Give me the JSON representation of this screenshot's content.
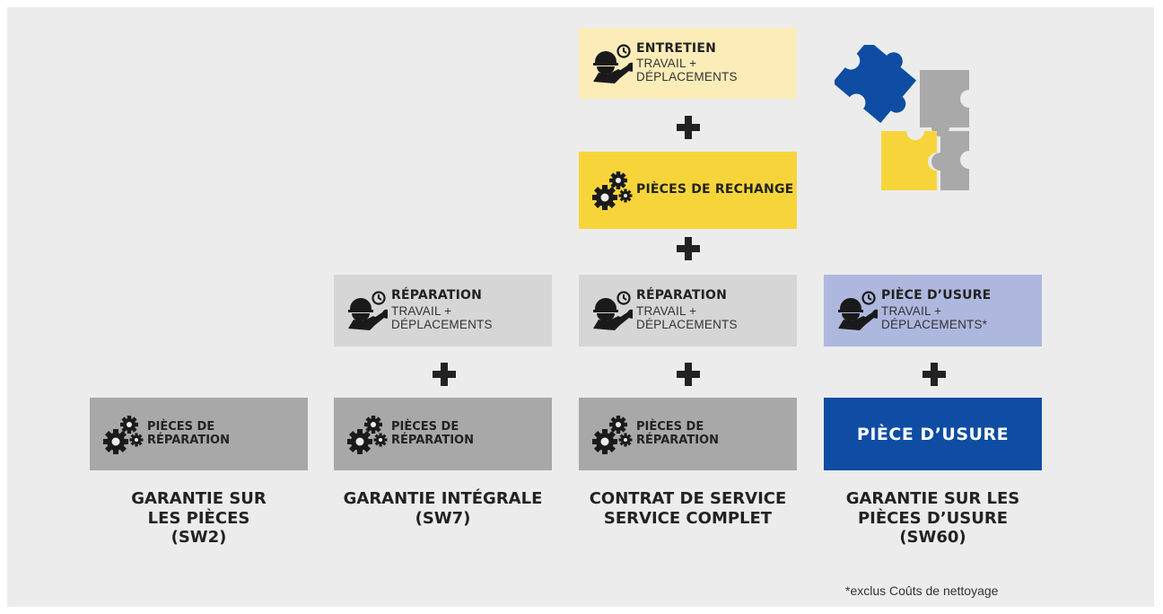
{
  "colors": {
    "panel": "#ececec",
    "light_yellow": "#fcedb8",
    "yellow": "#f7d53a",
    "light_gray": "#d6d6d6",
    "gray": "#a8a8a8",
    "light_blue": "#aeb7de",
    "dark_blue": "#0e4da3"
  },
  "top": {
    "maintenance": {
      "title": "ENTRETIEN",
      "subtitle": "TRAVAIL + DÉPLACEMENTS",
      "icon": "technician-icon"
    },
    "spare_parts": {
      "title": "PIÈCES DE RECHANGE",
      "icon": "gears-icon"
    }
  },
  "repair_row": {
    "col2": {
      "title": "RÉPARATION",
      "subtitle": "TRAVAIL + DÉPLACEMENTS",
      "icon": "technician-icon"
    },
    "col3": {
      "title": "RÉPARATION",
      "subtitle": "TRAVAIL + DÉPLACEMENTS",
      "icon": "technician-icon"
    },
    "col4": {
      "title": "PIÈCE D’USURE",
      "subtitle": "TRAVAIL + DÉPLACEMENTS*",
      "icon": "technician-icon"
    }
  },
  "parts_row": {
    "col1": {
      "line1": "PIÈCES DE",
      "line2": "RÉPARATION",
      "icon": "gears-icon"
    },
    "col2": {
      "line1": "PIÈCES DE",
      "line2": "RÉPARATION",
      "icon": "gears-icon"
    },
    "col3": {
      "line1": "PIÈCES DE",
      "line2": "RÉPARATION",
      "icon": "gears-icon"
    },
    "col4": {
      "label": "PIÈCE D’USURE"
    }
  },
  "labels": {
    "col1": {
      "line1": "GARANTIE SUR",
      "line2": "LES PIÈCES",
      "line3": "(SW2)"
    },
    "col2": {
      "line1": "GARANTIE INTÉGRALE",
      "line2": "(SW7)"
    },
    "col3": {
      "line1": "CONTRAT DE SERVICE",
      "line2": "SERVICE COMPLET"
    },
    "col4": {
      "line1": "GARANTIE SUR LES",
      "line2": "PIÈCES D’USURE",
      "line3": "(SW60)"
    }
  },
  "footnote": "*exclus Coûts de nettoyage",
  "decor": {
    "icon": "puzzle-icon"
  }
}
